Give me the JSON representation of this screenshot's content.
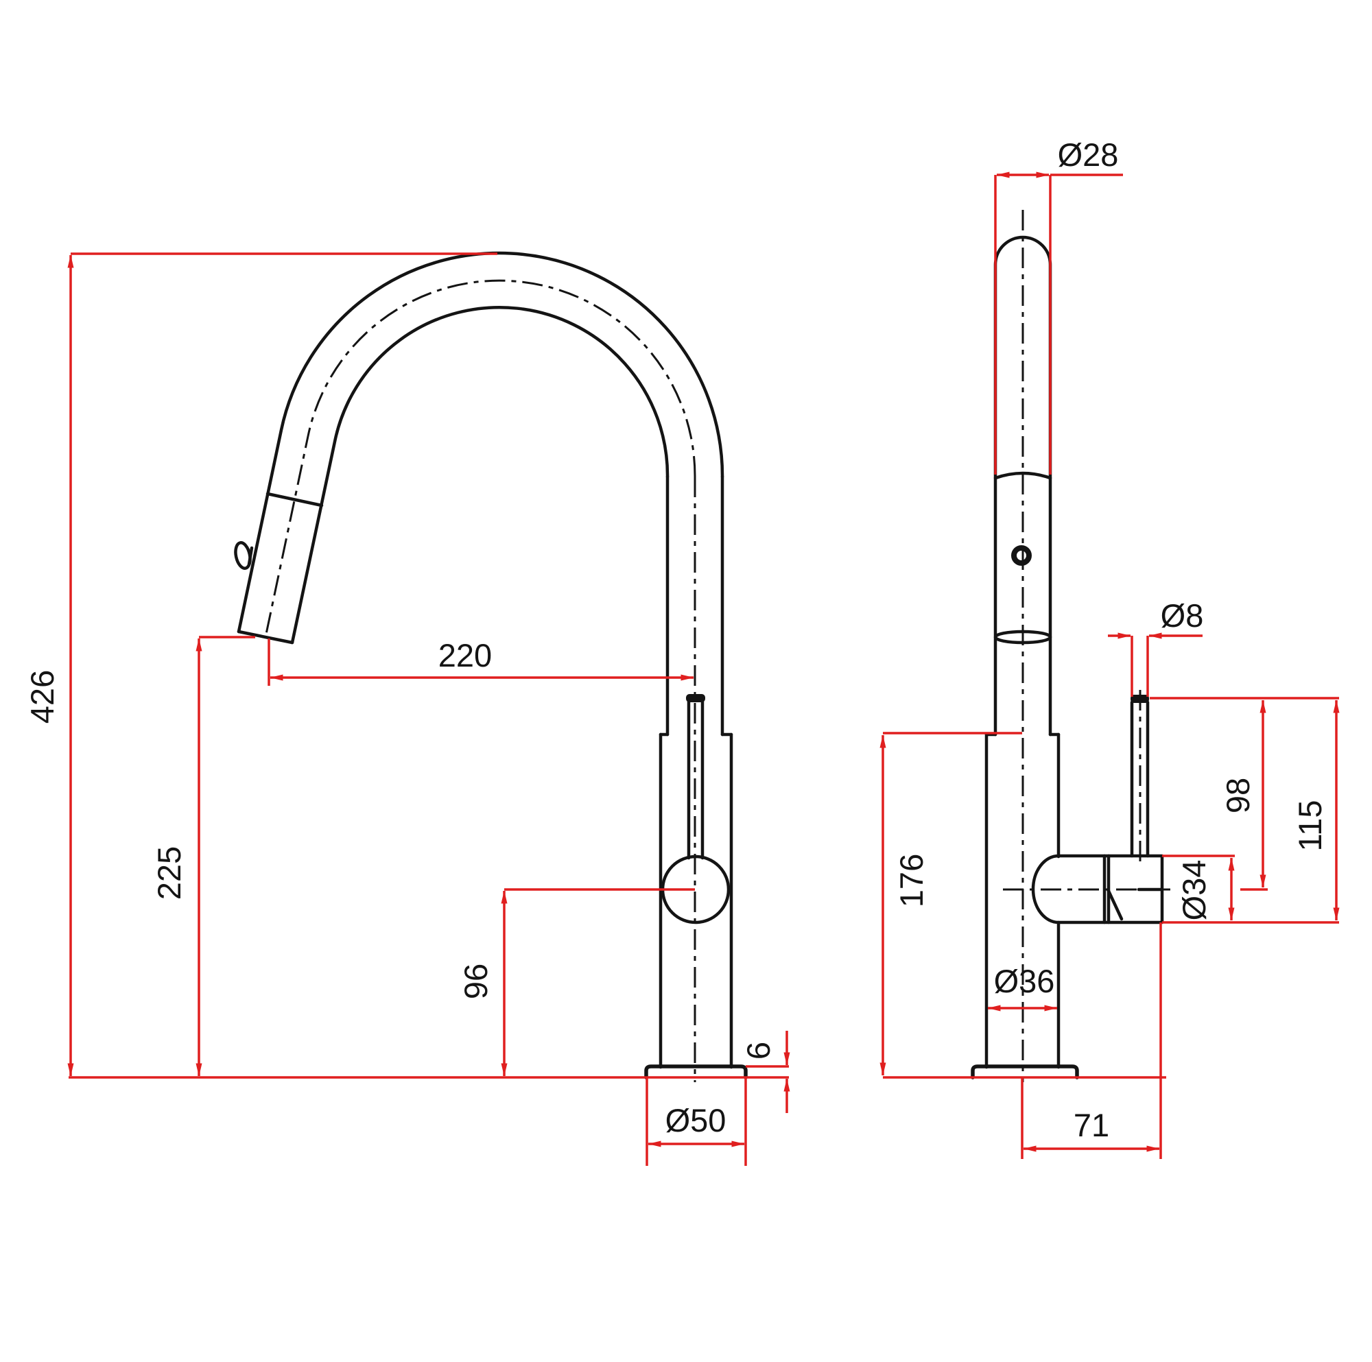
{
  "document": {
    "kind": "technical dimension drawing",
    "subject": "pull-out kitchen mixer tap, side and front views"
  },
  "colors": {
    "dimension_red": "#e01f1f",
    "line_black": "#141414",
    "background": "#ffffff"
  },
  "views": {
    "side": {
      "dims": {
        "overall_height": "426",
        "outlet_height": "225",
        "spout_reach": "220",
        "handle_pivot_height": "96",
        "base_plate_thickness": "6",
        "base_diameter": "Ø50"
      }
    },
    "front": {
      "dims": {
        "spout_tube_diameter": "Ø28",
        "lever_rod_diameter": "Ø8",
        "lever_top_to_cartridge_center": "98",
        "lever_top_to_cartridge_bottom": "115",
        "cartridge_diameter": "Ø34",
        "body_height": "176",
        "body_diameter": "Ø36",
        "handle_offset": "71"
      }
    }
  }
}
